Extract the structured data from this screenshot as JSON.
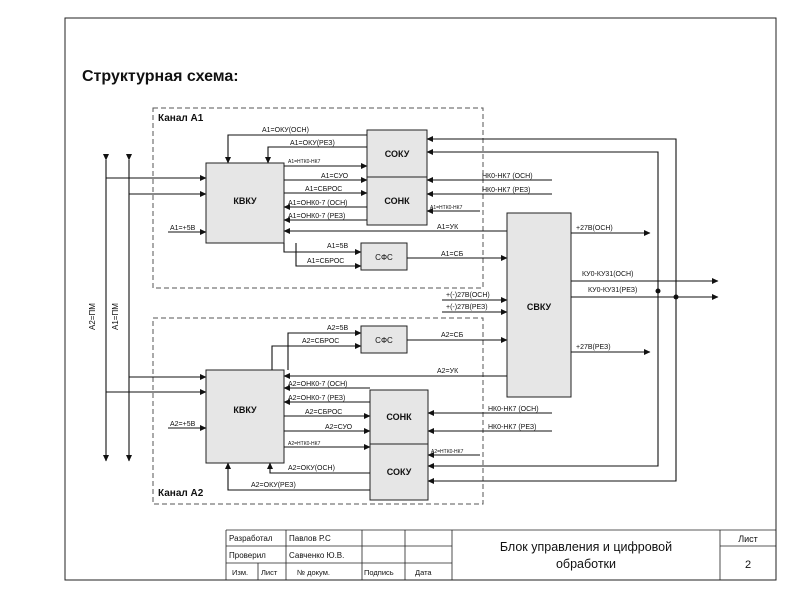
{
  "title": "Структурная схема:",
  "channels": {
    "a1": {
      "label": "Канал А1"
    },
    "a2": {
      "label": "Канал А2"
    }
  },
  "blocks": {
    "kvku1": "КВКУ",
    "soku1": "СОКУ",
    "sonk1": "СОНК",
    "sfs1": "СФС",
    "kvku2": "КВКУ",
    "soku2": "СОКУ",
    "sonk2": "СОНК",
    "sfs2": "СФС",
    "svku": "СВКУ"
  },
  "buses": {
    "a2pm": "А2=ПМ",
    "a1pm": "А1=ПМ"
  },
  "signals": {
    "a1": {
      "oku_osn": "А1=ОКУ(ОСН)",
      "oku_rez": "А1=ОКУ(РЕЗ)",
      "ntko": "А1=НТК0-НК7",
      "suo": "А1=СУО",
      "sbros": "А1=СБРОС",
      "onk_osn": "А1=ОНК0-7 (ОСН)",
      "onk_rez": "А1=ОНК0-7 (РЕЗ)",
      "pl5v": "А1=+5В",
      "yk": "А1=УК",
      "v5": "А1=5В",
      "sbros2": "А1=СБРОС",
      "sb": "А1=СБ",
      "ntko2": "А1=НТК0-НК7",
      "nk_osn": "НК0-НК7 (ОСН)",
      "nk_rez": "НК0-НК7 (РЕЗ)"
    },
    "a2": {
      "v5": "А2=5В",
      "sbros": "А2=СБРОС",
      "sb": "А2=СБ",
      "yk": "А2=УК",
      "onk_osn": "А2=ОНК0-7 (ОСН)",
      "onk_rez": "А2=ОНК0-7 (РЕЗ)",
      "sbros2": "А2=СБРОС",
      "suo": "А2=СУО",
      "pl5v": "А2=+5В",
      "ntko": "А2=НТК0-НК7",
      "oku_osn": "А2=ОКУ(ОСН)",
      "oku_rez": "А2=ОКУ(РЕЗ)",
      "ntko2": "А2=НТК0-НК7",
      "nk_osn": "НК0-НК7 (ОСН)",
      "nk_rez": "НК0-НК7 (РЕЗ)"
    },
    "svku": {
      "p27_osn": "+27В(ОСН)",
      "ku_osn": "КУ0-КУ31(ОСН)",
      "ku_rez": "КУ0-КУ31(РЕЗ)",
      "p27_rez": "+27В(РЕЗ)",
      "in27_osn": "+(-)27В(ОСН)",
      "in27_rez": "+(-)27В(РЕЗ)"
    }
  },
  "title_block": {
    "razrabotal": "Разработал",
    "razrabotal_name": "Павлов Р.С",
    "proveril": "Проверил",
    "proveril_name": "Савченко Ю.В.",
    "izm": "Изм.",
    "list": "Лист",
    "ndokum": "№ докум.",
    "podpis": "Подпись",
    "data": "Дата",
    "doc_title_line1": "Блок управления и цифровой",
    "doc_title_line2": "обработки",
    "sheet_label": "Лист",
    "sheet_num": "2"
  }
}
